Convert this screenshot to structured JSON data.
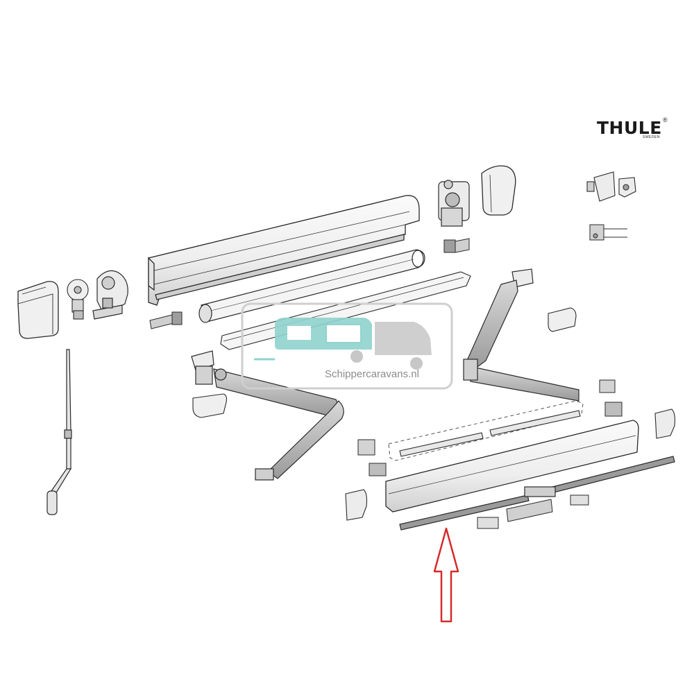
{
  "brand": {
    "name": "THULE",
    "registered_mark": "®",
    "sub_mark": "SWEDEN"
  },
  "watermark": {
    "text": "Schippercaravans.nl",
    "van_color": "#8fd3cd",
    "frame_color": "#cfcfcf"
  },
  "highlight": {
    "arrow_color": "#d62a2a",
    "indicated_part": "lower-front-rail"
  },
  "colors": {
    "line": "#2a2a2a",
    "part_fill": "#f2f2f2",
    "shade": "#b8b8b8",
    "background": "#ffffff"
  }
}
